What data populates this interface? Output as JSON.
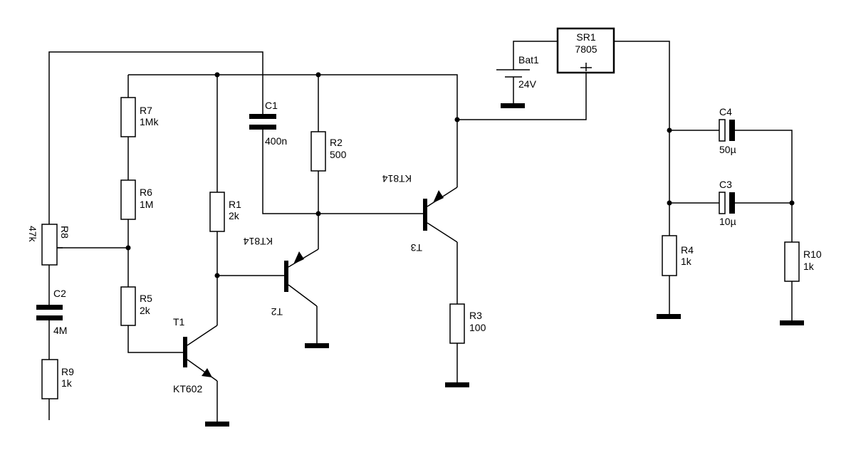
{
  "components": {
    "R7": {
      "name": "R7",
      "value": "1Mk"
    },
    "R6": {
      "name": "R6",
      "value": "1M"
    },
    "R5": {
      "name": "R5",
      "value": "2k"
    },
    "R1": {
      "name": "R1",
      "value": "2k"
    },
    "R2": {
      "name": "R2",
      "value": "500"
    },
    "R3": {
      "name": "R3",
      "value": "100"
    },
    "R4": {
      "name": "R4",
      "value": "1k"
    },
    "R8": {
      "name": "R8",
      "value": "47k"
    },
    "R9": {
      "name": "R9",
      "value": "1k"
    },
    "R10": {
      "name": "R10",
      "value": "1k"
    },
    "C1": {
      "name": "C1",
      "value": "400n"
    },
    "C2": {
      "name": "C2",
      "value": "4M"
    },
    "C3": {
      "name": "C3",
      "value": "10µ"
    },
    "C4": {
      "name": "C4",
      "value": "50µ"
    },
    "T1": {
      "name": "T1",
      "value": "KT602"
    },
    "T2": {
      "name": "T2",
      "value": "KT814"
    },
    "T3": {
      "name": "T3",
      "value": "KT814"
    },
    "Bat1": {
      "name": "Bat1",
      "value": "24V"
    },
    "SR1": {
      "name": "SR1",
      "value": "7805"
    }
  }
}
